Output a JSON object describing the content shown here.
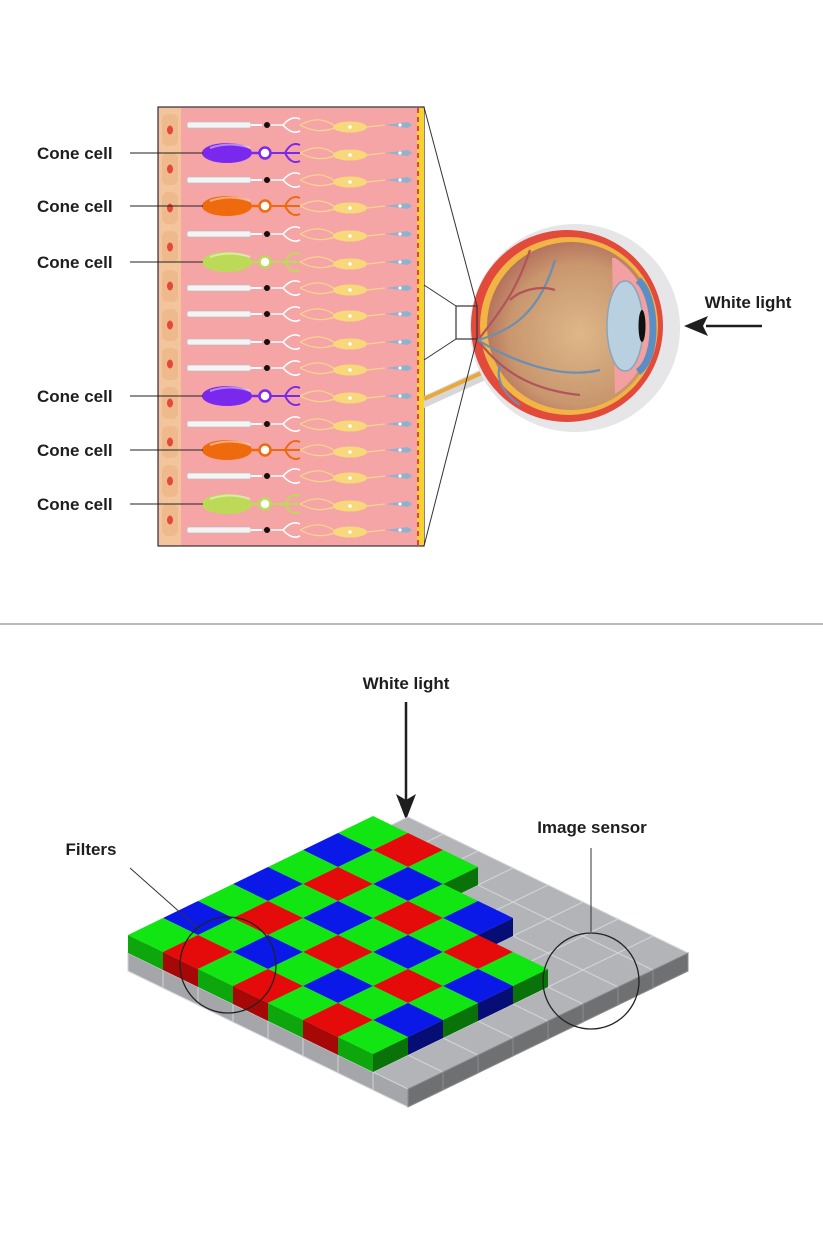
{
  "retina": {
    "cone_labels": [
      "Cone cell",
      "Cone cell",
      "Cone cell",
      "Cone cell",
      "Cone cell",
      "Cone cell"
    ],
    "cone_colors": [
      "#7a28ee",
      "#ee6a0c",
      "#bcda58",
      "#7a28ee",
      "#ee6a0c",
      "#bcda58"
    ]
  },
  "eye": {
    "light_label": "White light"
  },
  "sensor": {
    "light_label": "White light",
    "filters_label": "Filters",
    "sensor_label": "Image sensor",
    "filter_colors": {
      "green": "#12e612",
      "red": "#e60b0b",
      "blue": "#0b19e8"
    },
    "sensor_color": "#b2b4b8"
  },
  "divider_color": "#bbbbbb"
}
